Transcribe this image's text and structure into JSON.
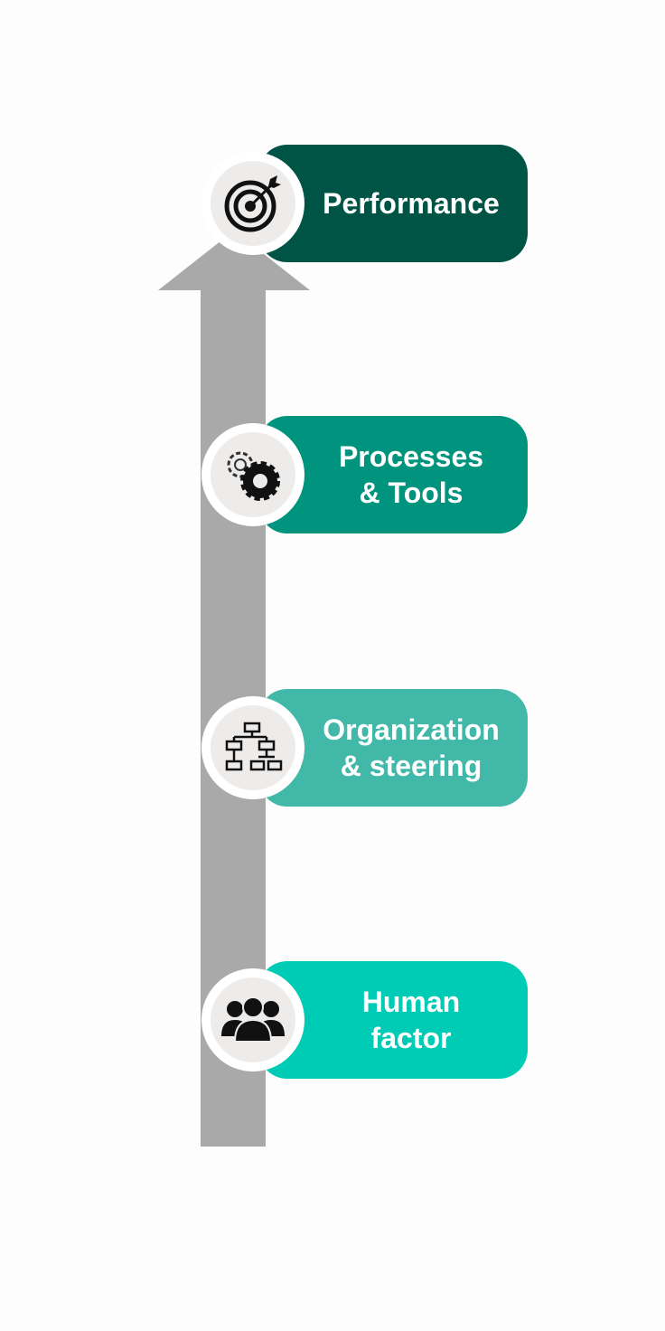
{
  "steps": [
    {
      "label": "Performance",
      "icon": "target-icon",
      "color": "#005446"
    },
    {
      "label": "Processes & Tools",
      "line1": "Processes",
      "line2": "& Tools",
      "icon": "gears-icon",
      "color": "#00947e"
    },
    {
      "label": "Organization & steering",
      "line1": "Organization",
      "line2": "& steering",
      "icon": "org-chart-icon",
      "color": "#41b8a8"
    },
    {
      "label": "Human factor",
      "line1": "Human",
      "line2": "factor",
      "icon": "people-icon",
      "color": "#00cbb4"
    }
  ]
}
